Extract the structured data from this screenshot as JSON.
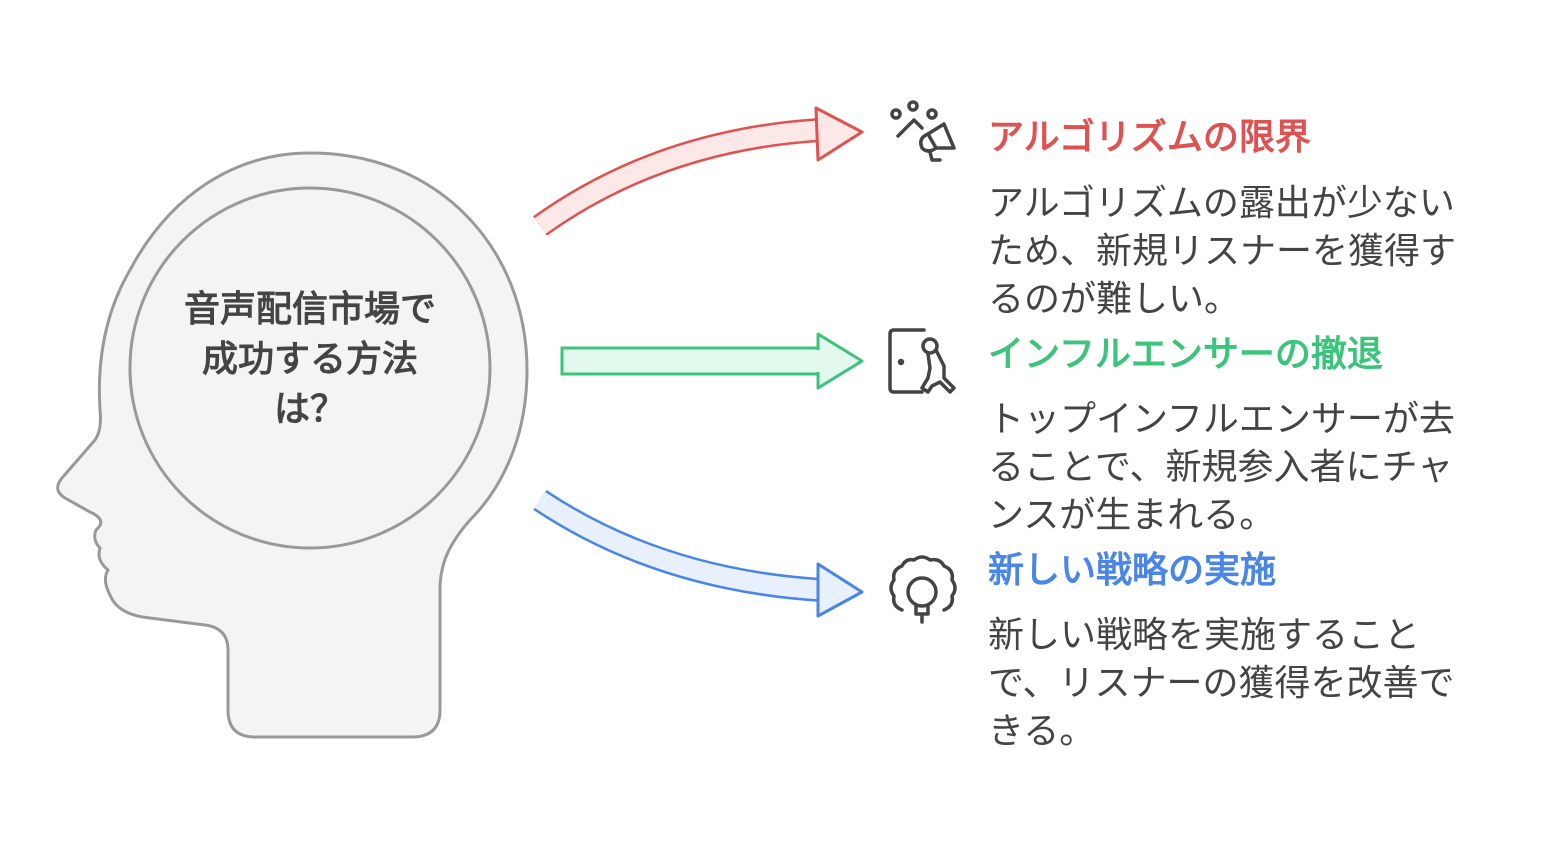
{
  "center": {
    "lines": [
      "音声配信市場で",
      "成功する方法",
      "は？"
    ]
  },
  "items": [
    {
      "title": "アルゴリズムの限界",
      "color": "#e05252",
      "icon": "people-megaphone-icon",
      "lines": [
        "アルゴリズムの露出が少ない",
        "ため、新規リスナーを獲得す",
        "るのが難しい。"
      ]
    },
    {
      "title": "インフルエンサーの撤退",
      "color": "#3cc47c",
      "icon": "person-leaving-door-icon",
      "lines": [
        "トップインフルエンサーが去",
        "ることで、新規参入者にチャ",
        "ンスが生まれる。"
      ]
    },
    {
      "title": "新しい戦略の実施",
      "color": "#4a86e8",
      "icon": "gear-lightbulb-icon",
      "lines": [
        "新しい戦略を実施すること",
        "で、リスナーの獲得を改善で",
        "きる。"
      ]
    }
  ]
}
